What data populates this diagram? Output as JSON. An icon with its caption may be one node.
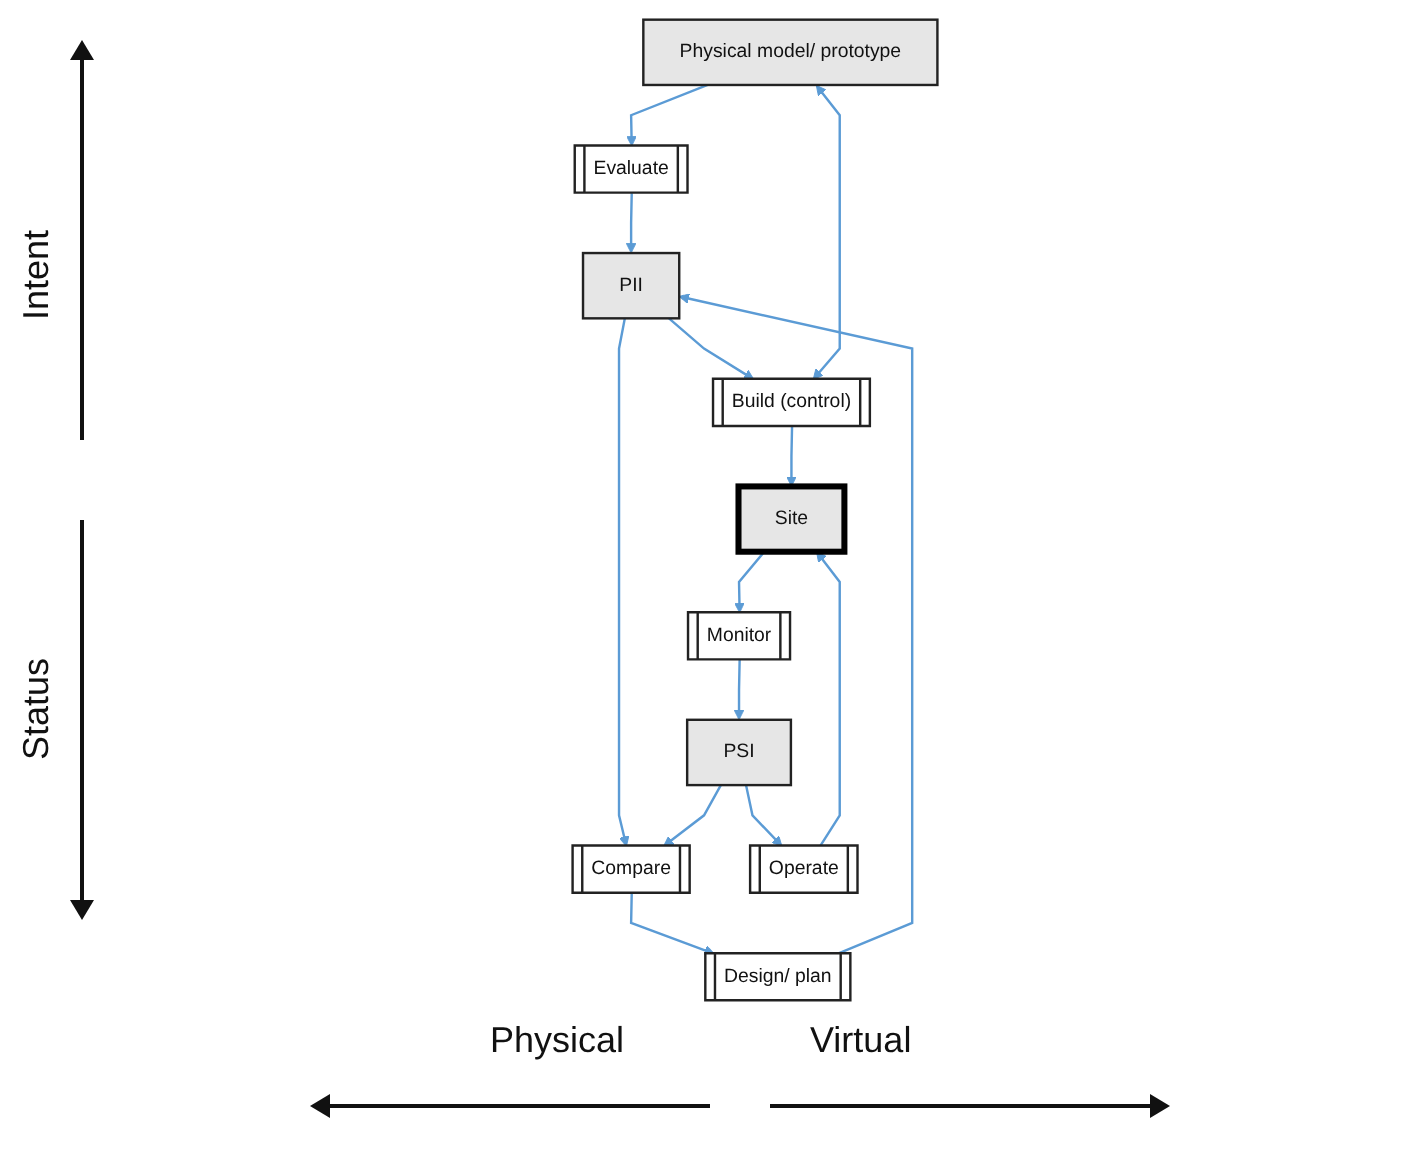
{
  "diagram": {
    "nodes": [
      {
        "text": [
          "Physical model/ prototype"
        ]
      },
      {
        "text": [
          "Evaluate"
        ]
      },
      {
        "text": [
          "PII"
        ]
      },
      {
        "text": [
          "Build (control)"
        ]
      },
      {
        "text": [
          "Compare"
        ]
      },
      {
        "text": [
          "Design/ plan"
        ]
      },
      {
        "text": [
          "Site"
        ]
      },
      {
        "text": [
          "Monitor"
        ]
      },
      {
        "text": [
          "PSI"
        ]
      },
      {
        "text": [
          "Operate"
        ]
      }
    ],
    "edges": [
      {
        "from": 0,
        "to": 1,
        "arrow": "to"
      },
      {
        "from": 1,
        "to": 2,
        "arrow": "to"
      },
      {
        "from": 2,
        "to": 3,
        "arrow": "to"
      },
      {
        "from": 0,
        "to": 3,
        "arrow": "both"
      },
      {
        "from": 2,
        "to": 4,
        "arrow": "to"
      },
      {
        "from": 4,
        "to": 5,
        "arrow": "to"
      },
      {
        "from": 5,
        "to": 2,
        "arrow": "to"
      },
      {
        "from": 8,
        "to": 4,
        "arrow": "to"
      },
      {
        "from": 3,
        "to": 6,
        "arrow": "to"
      },
      {
        "from": 6,
        "to": 7,
        "arrow": "to"
      },
      {
        "from": 7,
        "to": 8,
        "arrow": "to"
      },
      {
        "from": 8,
        "to": 9,
        "arrow": "to"
      },
      {
        "from": 9,
        "to": 6,
        "arrow": "to"
      }
    ],
    "labels": [
      "Intent",
      "Status",
      "Physical",
      "Virtual"
    ]
  }
}
